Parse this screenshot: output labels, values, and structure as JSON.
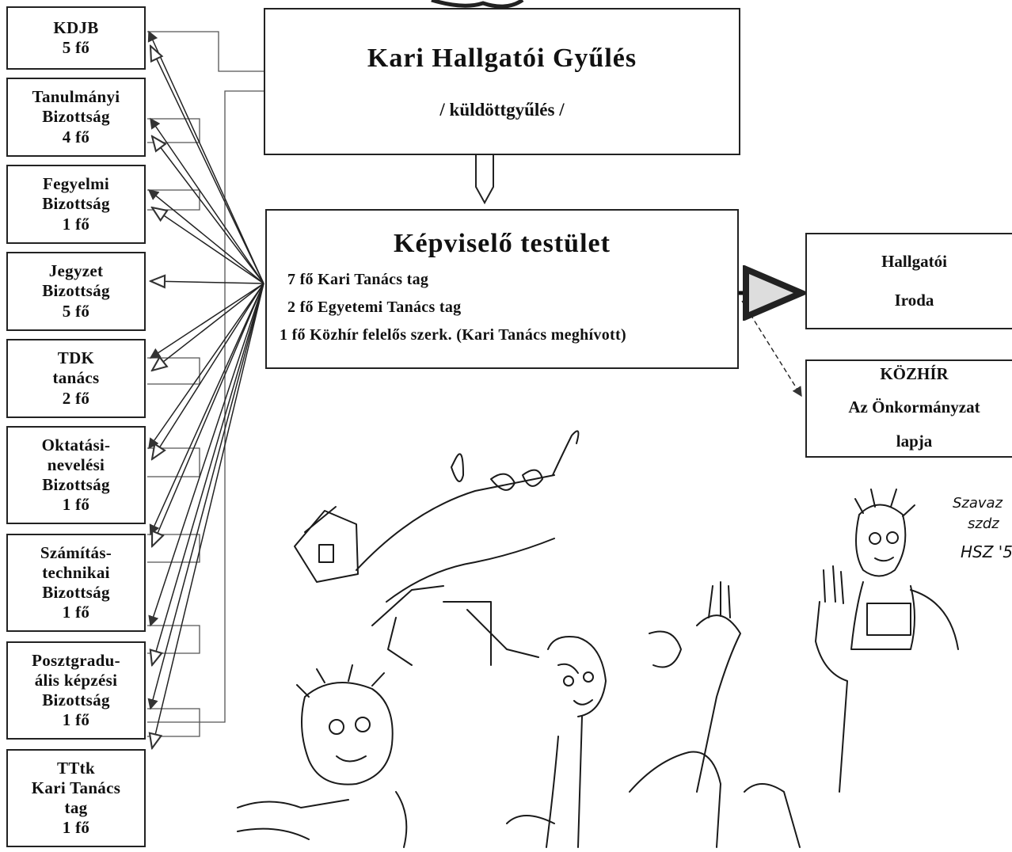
{
  "committees": [
    {
      "id": "kdjb",
      "lines": [
        "KDJB",
        "5 fő"
      ]
    },
    {
      "id": "tanulmanyi",
      "lines": [
        "Tanulmányi",
        "Bizottság",
        "4 fő"
      ]
    },
    {
      "id": "fegyelmi",
      "lines": [
        "Fegyelmi",
        "Bizottság",
        "1 fő"
      ]
    },
    {
      "id": "jegyzet",
      "lines": [
        "Jegyzet",
        "Bizottság",
        "5 fő"
      ]
    },
    {
      "id": "tdk",
      "lines": [
        "TDK",
        "tanács",
        "2 fő"
      ]
    },
    {
      "id": "oktatasi",
      "lines": [
        "Oktatási-",
        "nevelési",
        "Bizottság",
        "1 fő"
      ]
    },
    {
      "id": "szamitastechnikai",
      "lines": [
        "Számítás-",
        "technikai",
        "Bizottság",
        "1 fő"
      ]
    },
    {
      "id": "posztgradualis",
      "lines": [
        "Posztgradu-",
        "ális képzési",
        "Bizottság",
        "1 fő"
      ]
    },
    {
      "id": "ttk-kari-tanacs",
      "lines": [
        "TTtk",
        "Kari Tanács",
        "tag",
        "1 fő"
      ]
    }
  ],
  "main_box": {
    "title": "Kari Hallgatói Gyűlés",
    "subtitle": "/ küldöttgyűlés /"
  },
  "rep_box": {
    "title": "Képviselő testület",
    "lines": [
      "7 fő Kari Tanács tag",
      "2 fő Egyetemi Tanács tag",
      "1 fő Közhír felelős szerk. (Kari Tanács meghívott)"
    ]
  },
  "office_box": {
    "lines": [
      "Hallgatói",
      "Iroda"
    ]
  },
  "kozhir_box": {
    "lines": [
      "KÖZHÍR",
      "Az Önkormányzat",
      "lapja"
    ]
  },
  "handwriting": [
    "Szavaz",
    "szdz",
    "HSZ '5"
  ]
}
